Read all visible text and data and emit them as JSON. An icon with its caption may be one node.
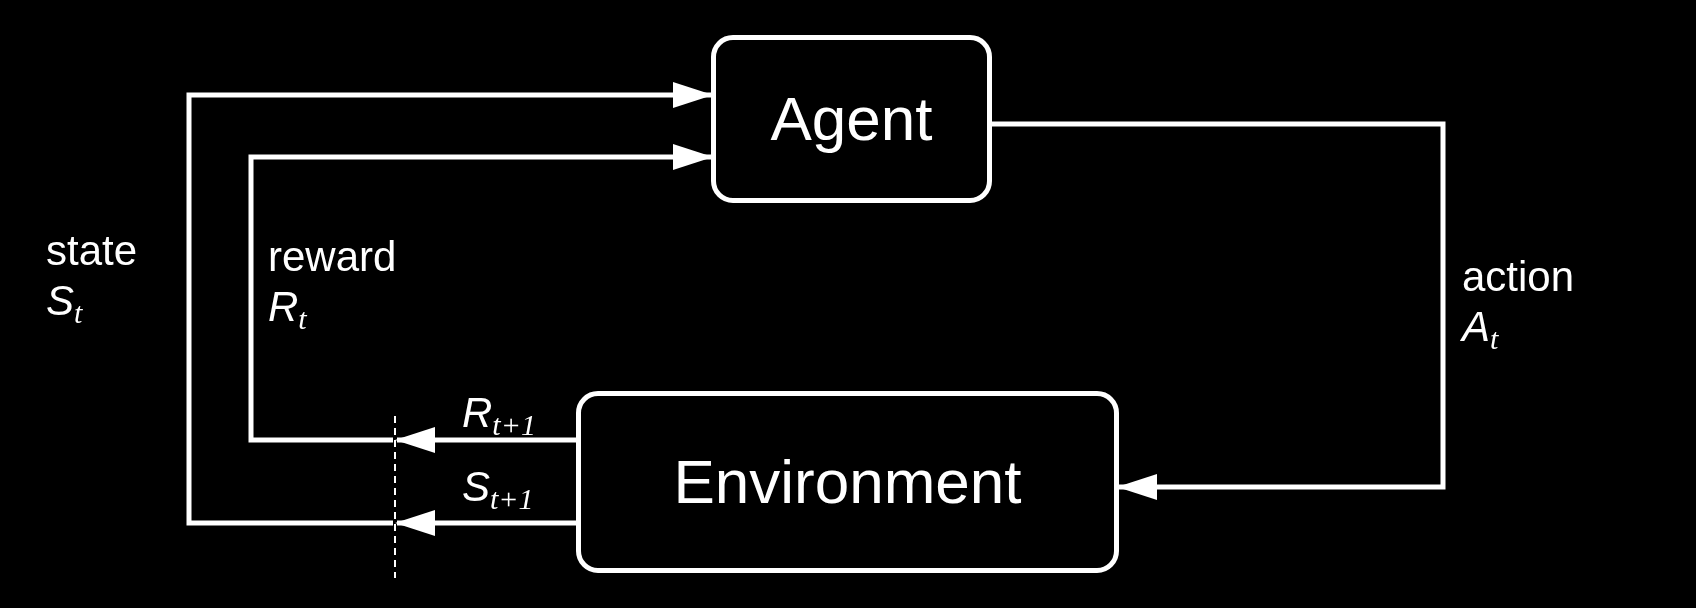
{
  "diagram": {
    "nodes": [
      {
        "text": [
          "Agent"
        ]
      },
      {
        "text": [
          "Environment"
        ]
      }
    ],
    "edges": [
      {
        "from": 0,
        "to": 1,
        "arrow": "to",
        "label": "action *A*$_{t}$"
      },
      {
        "from": 1,
        "to": null,
        "arrow": "to",
        "label": "*R*$_{t+1}$"
      },
      {
        "from": 1,
        "to": null,
        "arrow": "to",
        "label": "*S*$_{t+1}$"
      },
      {
        "from": null,
        "to": 0,
        "arrow": "to",
        "label": "reward *R*$_{t}$"
      },
      {
        "from": null,
        "to": 0,
        "arrow": "to",
        "label": "state *S*$_{t}$"
      }
    ]
  }
}
